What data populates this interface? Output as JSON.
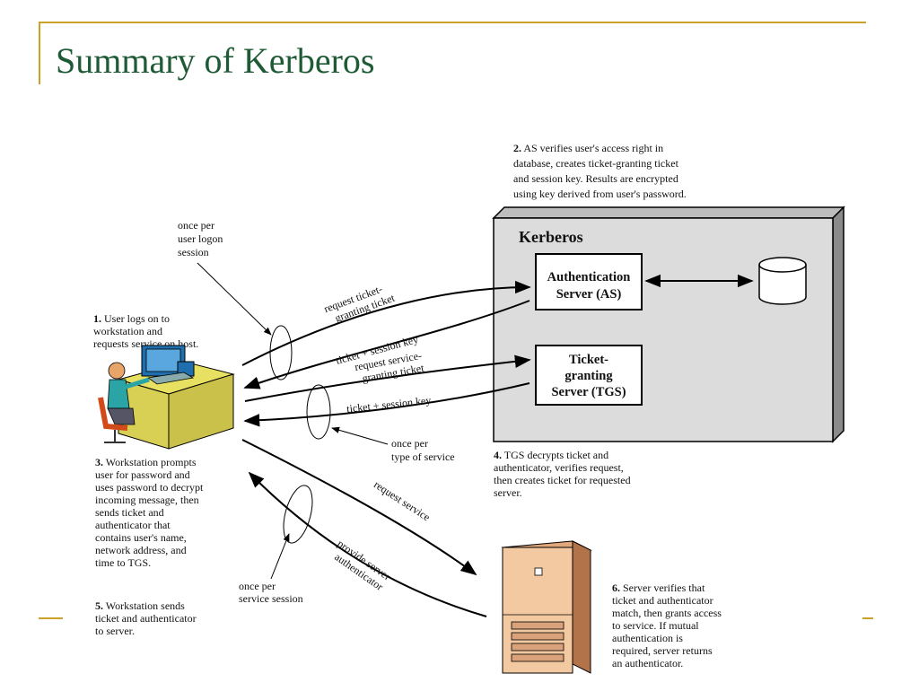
{
  "slide": {
    "title": "Summary of Kerberos"
  },
  "diagram": {
    "kerberos_label": "Kerberos",
    "as_box": [
      "Authentication",
      "Server (AS)"
    ],
    "tgs_box": [
      "Ticket-",
      "granting",
      "Server (TGS)"
    ],
    "step1": [
      "User logs on to",
      "workstation and",
      "requests service on host."
    ],
    "step1_num": "1.",
    "step2": [
      "AS verifies user's access right in",
      "database, creates ticket-granting ticket",
      "and session key. Results are encrypted",
      "using key derived from user's password."
    ],
    "step2_num": "2.",
    "step3": [
      "Workstation prompts",
      "user for password and",
      "uses password to decrypt",
      "incoming message, then",
      "sends ticket and",
      "authenticator that",
      "contains user's name,",
      "network address, and",
      "time to TGS."
    ],
    "step3_num": "3.",
    "step4": [
      "TGS decrypts ticket and",
      "authenticator, verifies request,",
      "then creates ticket for requested",
      "server."
    ],
    "step4_num": "4.",
    "step5": [
      "Workstation sends",
      "ticket and authenticator",
      "to server."
    ],
    "step5_num": "5.",
    "step6": [
      "Server verifies that",
      "ticket and authenticator",
      "match, then grants access",
      "to service. If mutual",
      "authentication is",
      "required, server returns",
      "an authenticator."
    ],
    "step6_num": "6.",
    "once_logon": [
      "once per",
      "user logon",
      "session"
    ],
    "once_service_type": [
      "once per",
      "type of service"
    ],
    "once_service_session": [
      "once per",
      "service session"
    ],
    "arrow_req_tgt": [
      "request ticket-",
      "granting ticket"
    ],
    "arrow_ticket_key_1": "ticket + session key",
    "arrow_req_sgt": [
      "request service-",
      "granting ticket"
    ],
    "arrow_ticket_key_2": "ticket + session key",
    "arrow_req_service": "request service",
    "arrow_provide_auth": [
      "provide server",
      "authenticator"
    ]
  },
  "colors": {
    "title": "#1f5a36",
    "accent_line": "#c9a227",
    "kerberos_box": "#dcdcdc",
    "server_tower": "#f2c9a0"
  }
}
